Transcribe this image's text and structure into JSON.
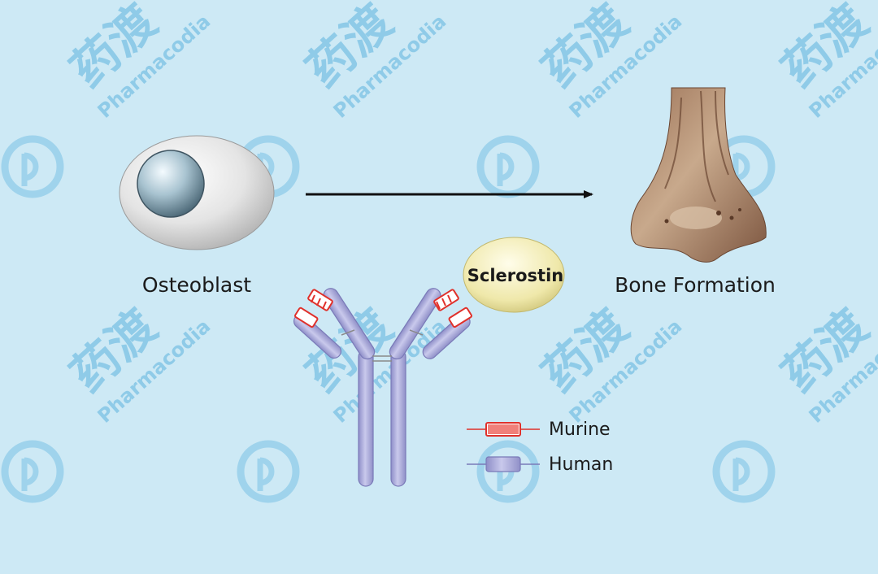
{
  "labels": {
    "osteoblast": "Osteoblast",
    "bone_formation": "Bone Formation",
    "sclerostin": "Sclerostin"
  },
  "legend": {
    "murine": "Murine",
    "human": "Human"
  },
  "watermark": {
    "cn": "药渡",
    "en": "Pharmacodia"
  },
  "colors": {
    "background": "#cde9f5",
    "watermark": "#8fcbe8",
    "antibody": "#b3b3dc",
    "murine": "#e0302a",
    "sclerostin": "#f2ecb4",
    "bone": "#a8826a"
  }
}
